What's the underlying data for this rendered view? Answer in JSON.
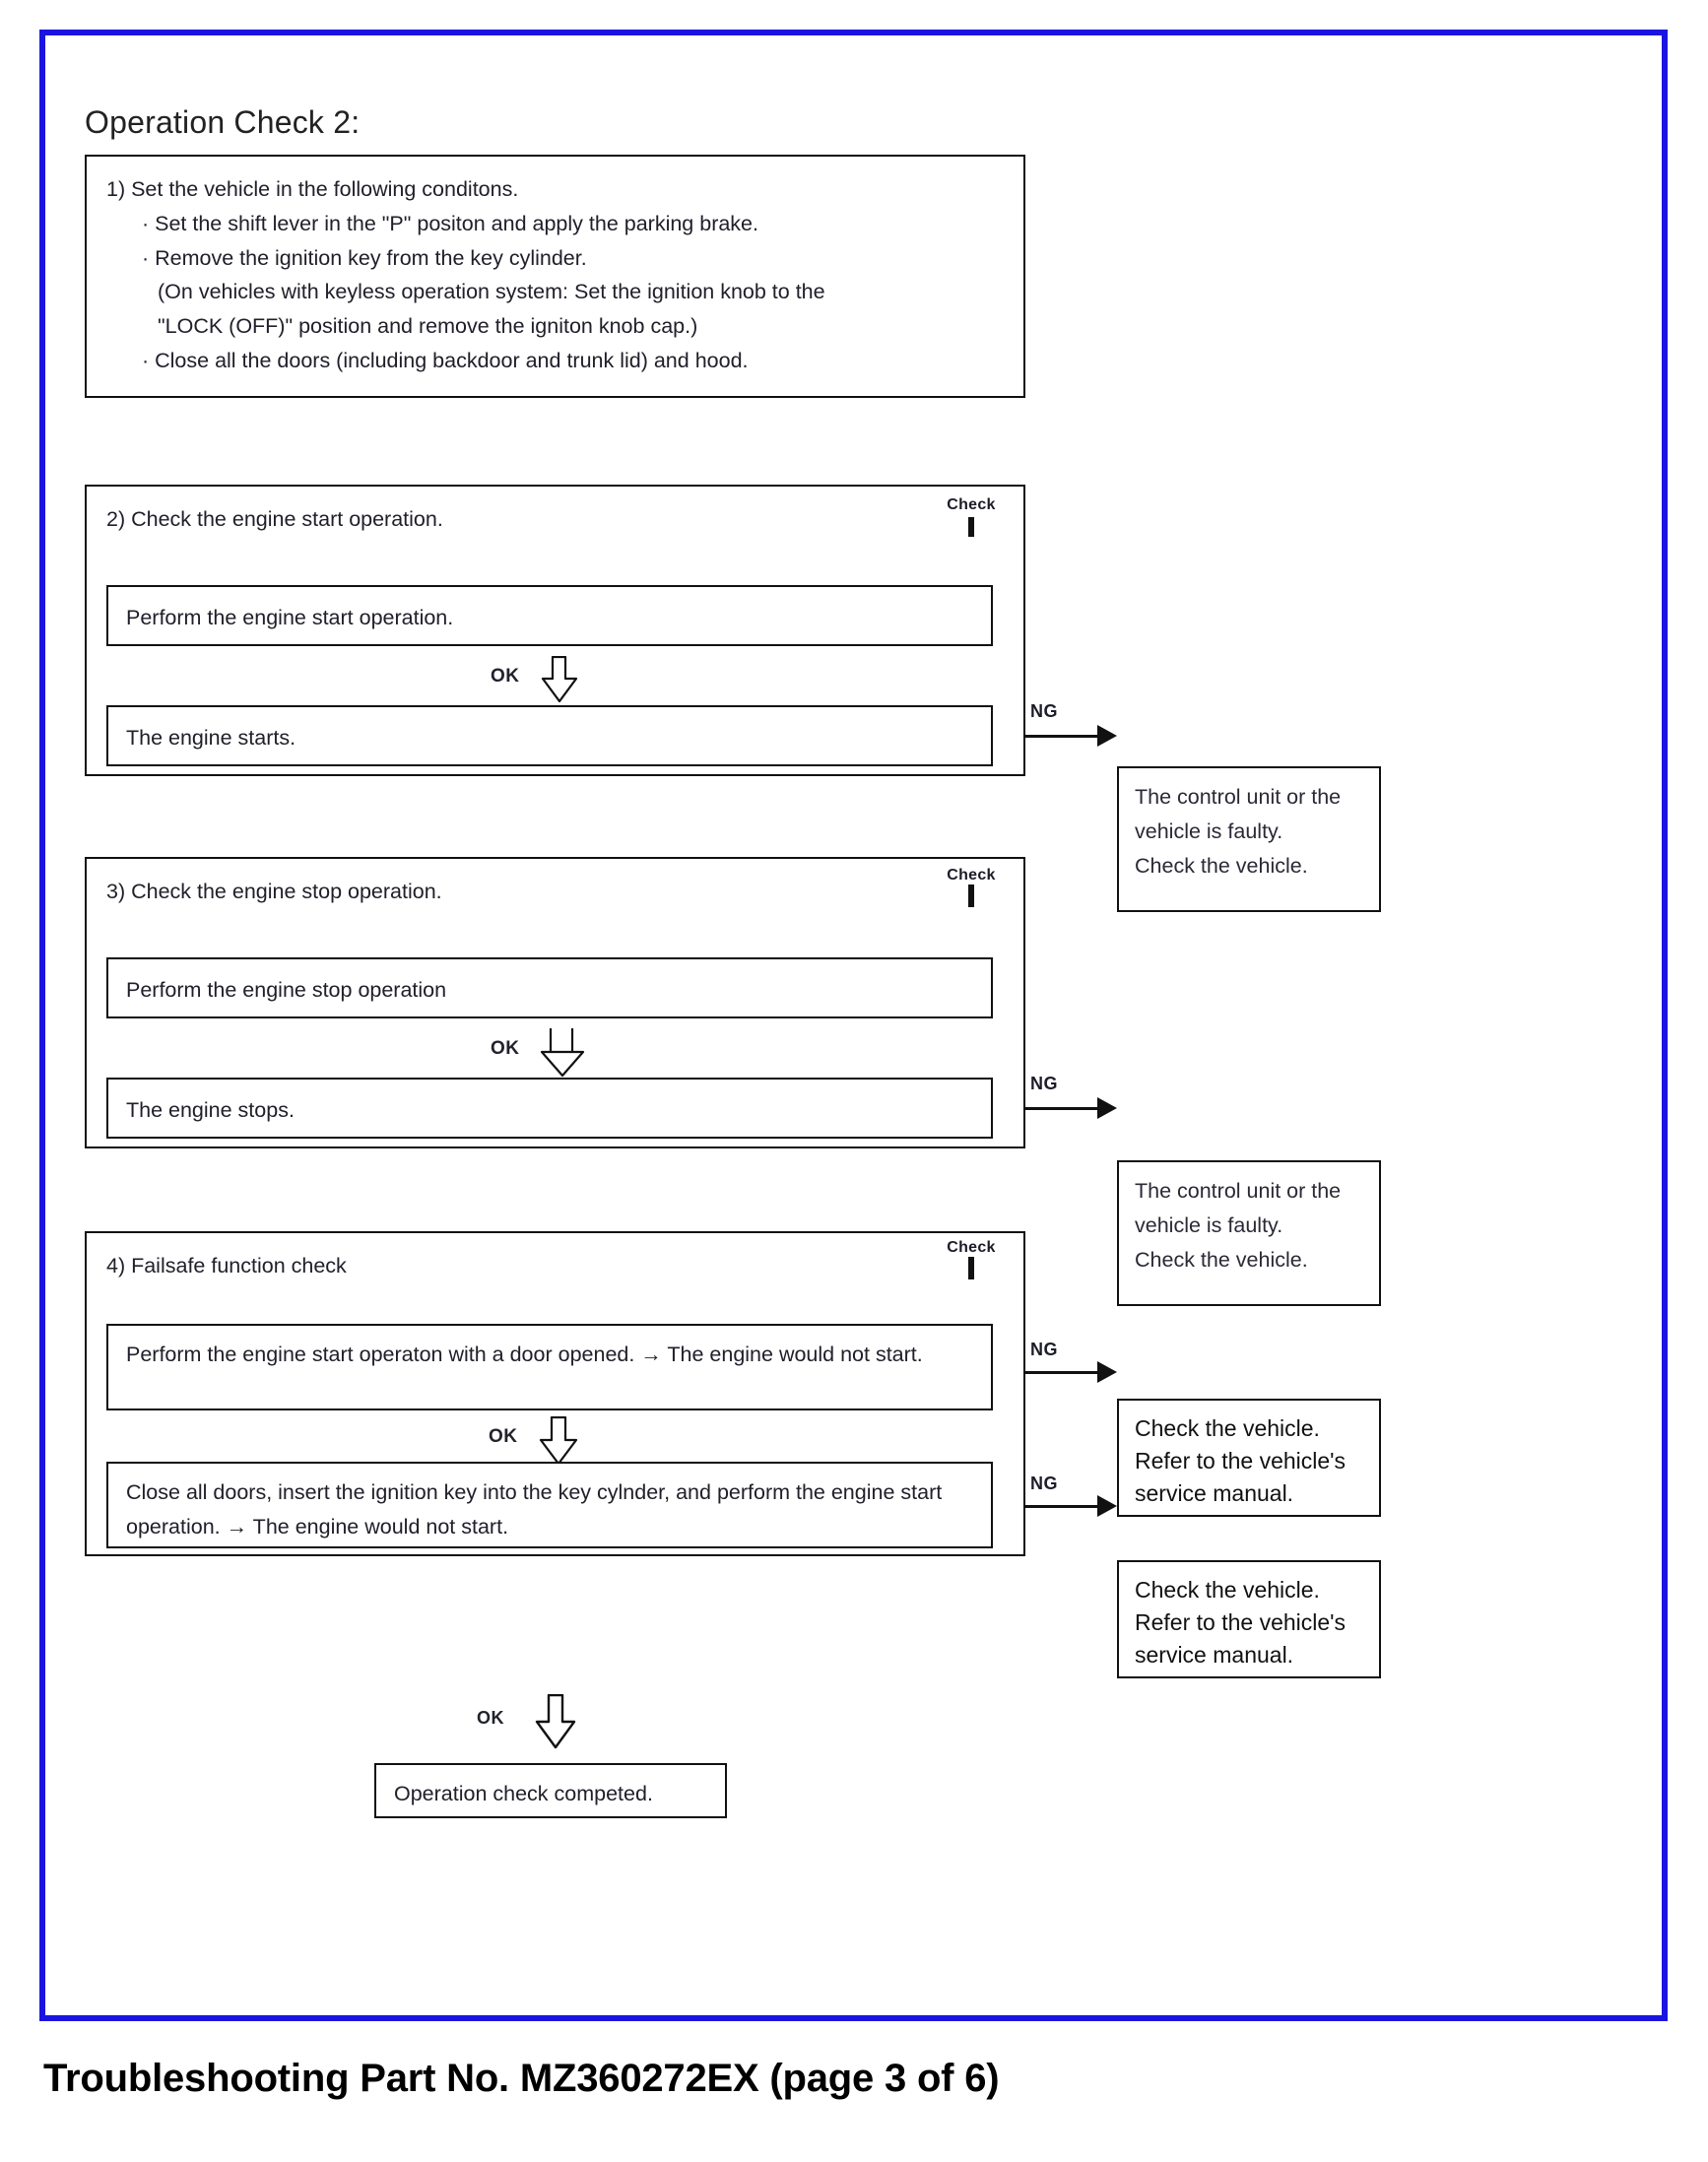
{
  "document": {
    "heading": "Operation Check 2:",
    "caption": "Troubleshooting Part No. MZ360272EX (page 3 of 6)",
    "frame_color": "#1a14e0"
  },
  "labels": {
    "check": "Check",
    "ok": "OK",
    "ng": "NG"
  },
  "steps": {
    "step1": {
      "title": "1) Set the vehicle in the following conditons.",
      "bullets": [
        "· Set the shift lever in the \"P\" positon and apply the parking brake.",
        "· Remove the ignition key from the key cylinder.",
        "(On vehicles with keyless operation system: Set the ignition knob to the",
        "\"LOCK (OFF)\" position and remove the igniton knob cap.)",
        "· Close all the doors (including backdoor and trunk lid) and hood."
      ]
    },
    "step2": {
      "title": "2) Check the engine start operation.",
      "check_label": "Check",
      "action": "Perform the engine start operation.",
      "ok_label_1": "OK",
      "result": "The engine starts.",
      "ng_label": "NG",
      "ng_outcome": [
        "The control unit or the",
        "vehicle is faulty.",
        "Check the vehicle."
      ],
      "ok_label_2": "OK"
    },
    "step3": {
      "title": "3) Check the engine stop operation.",
      "check_label": "Check",
      "action": "Perform the engine stop operation",
      "ok_label_1": "OK",
      "result": "The engine stops.",
      "ng_label": "NG",
      "ng_outcome": [
        "The control unit or the",
        "vehicle is faulty.",
        "Check the vehicle."
      ],
      "ok_label_2": "OK"
    },
    "step4": {
      "title": "4) Failsafe function check",
      "check_label": "Check",
      "action_1": "Perform the engine start operaton with a door opened. → The engine would not start.",
      "ng_label_1": "NG",
      "ng_outcome_1": [
        "Check the vehicle.",
        "Refer to the vehicle's",
        "service manual."
      ],
      "ok_label_1": "OK",
      "action_2": "Close all doors, insert the ignition key into the key cylnder, and perform the engine start operation. → The engine would not start.",
      "ng_label_2": "NG",
      "ng_outcome_2": [
        "Check the vehicle.",
        "Refer to the vehicle's",
        "service manual."
      ],
      "ok_label_2": "OK"
    },
    "final": {
      "text": "Operation check competed."
    }
  }
}
